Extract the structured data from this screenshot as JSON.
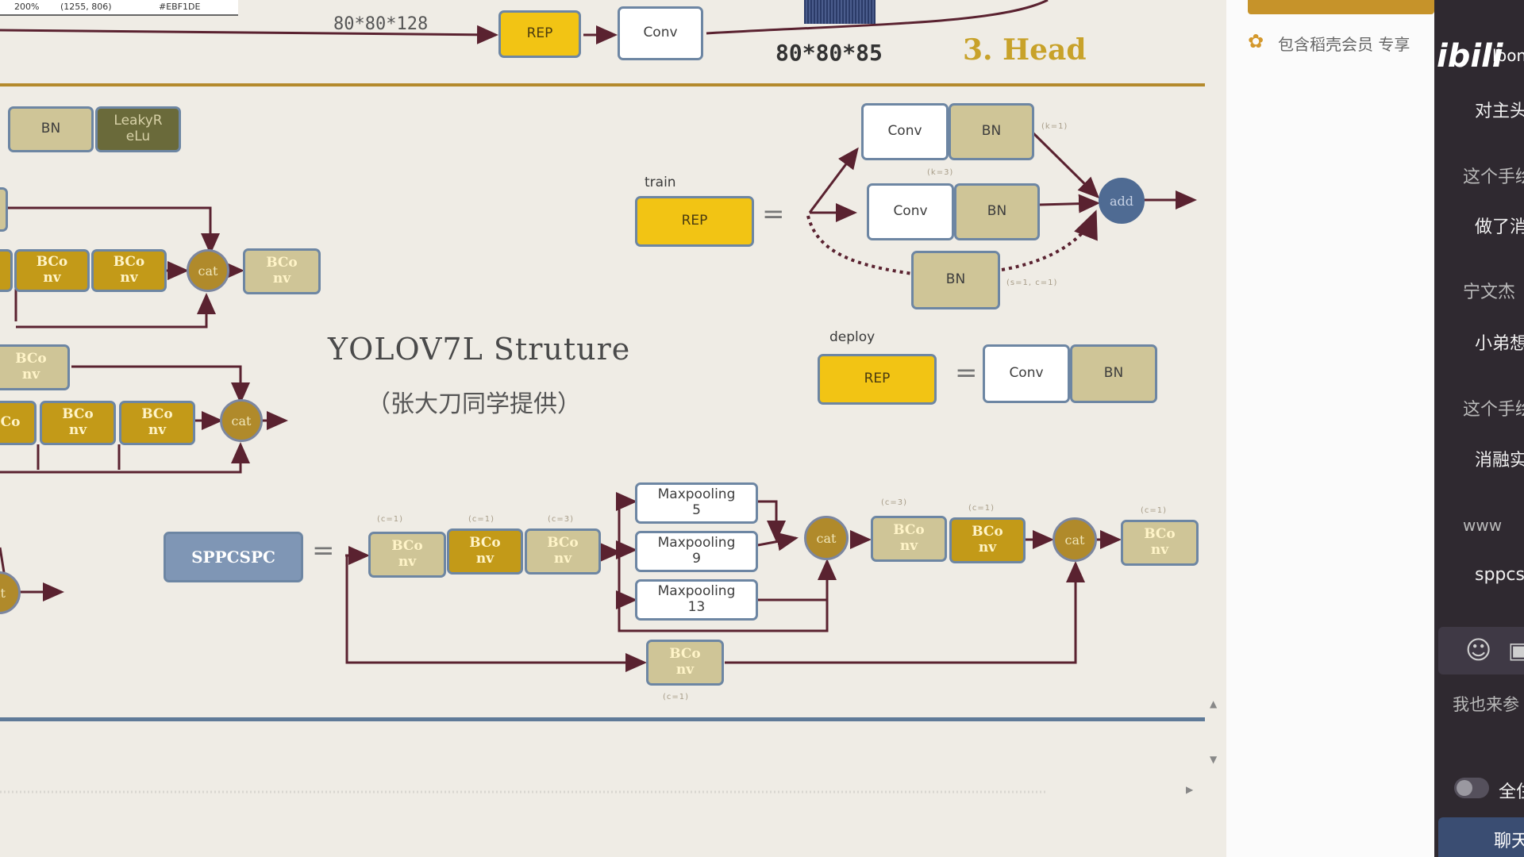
{
  "status_bar": {
    "zoom": "200%",
    "coords": "(1255, 806)",
    "color_hex": "#EBF1DE"
  },
  "head_section": {
    "dim_input": "80*80*128",
    "rep_label": "REP",
    "conv_label": "Conv",
    "dim_output": "80*80*85",
    "title": "3. Head"
  },
  "diagram": {
    "title": "YOLOV7L Struture",
    "subtitle": "（张大刀同学提供）",
    "bn_label": "BN",
    "leaky_label_1": "LeakyR",
    "leaky_label_2": "eLu",
    "bconv_top": "BCo",
    "bconv_bottom": "nv",
    "cat_label": "cat",
    "cat_left_fragment": "at",
    "bconv_left_fragment": "Co",
    "train_label": "train",
    "deploy_label": "deploy",
    "rep_label": "REP",
    "conv_label": "Conv",
    "add_label": "add",
    "equals": "=",
    "sppcspc_label": "SPPCSPC",
    "maxpool": [
      {
        "line1": "Maxpooling",
        "line2": "5"
      },
      {
        "line1": "Maxpooling",
        "line2": "9"
      },
      {
        "line1": "Maxpooling",
        "line2": "13"
      }
    ],
    "tiny_k1": "(k=1)",
    "tiny_k3": "(k=3)",
    "tiny_s1c1": "(s=1, c=1)",
    "tiny_c1": "(c=1)",
    "tiny_c3": "(c=3)"
  },
  "sidebar": {
    "upgrade_text": "包含稻壳会员 专享",
    "bili_logo": "ibili",
    "user_fragment": "lbon",
    "chat_messages": [
      "对主头",
      "这个手绘",
      "做了消",
      "宁文杰",
      "小弟想",
      "这个手绘",
      "消融实",
      "www",
      "sppcs"
    ],
    "emoji_icon": "emoji",
    "image_icon": "image",
    "join_text": "我也来参",
    "toggle_label": "全住",
    "chat_button": "聊天"
  }
}
